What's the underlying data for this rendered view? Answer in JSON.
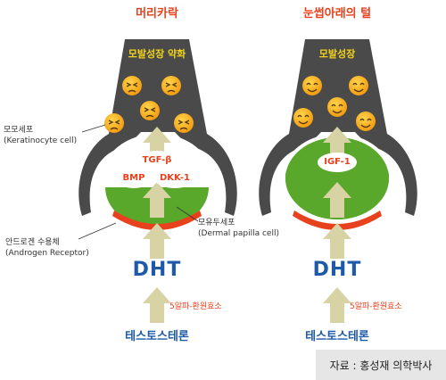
{
  "left_panel": {
    "title": "머리카락",
    "follicle_label": "모발성장 약화",
    "signals": [
      "TGF-β",
      "BMP",
      "DKK-1"
    ],
    "enzyme": "5알파-환원효소"
  },
  "right_panel": {
    "title": "눈썹아래의 털",
    "follicle_label": "모발성장",
    "signals": [
      "IGF-1"
    ],
    "enzyme": "5알파-환원효소"
  },
  "labels": {
    "keratinocyte": [
      "모모세포",
      "(Keratinocyte cell)"
    ],
    "dermal_papilla": [
      "모유두세포",
      "(Dermal papilla cell)"
    ],
    "androgen_receptor": [
      "안드로겐 수용체",
      "(Androgen Receptor)"
    ]
  },
  "dht": "DHT",
  "testosterone": "테스토스테론",
  "source": "자료 : 홍성재 의학박사",
  "colors": {
    "follicle": "#4a4a4a",
    "papilla": "#5aa82b",
    "receptor": "#e8411d",
    "arrow": "#d8d3a4",
    "dht": "#1e5aa8",
    "title": "#e8411d",
    "face": "#f7b21c"
  }
}
